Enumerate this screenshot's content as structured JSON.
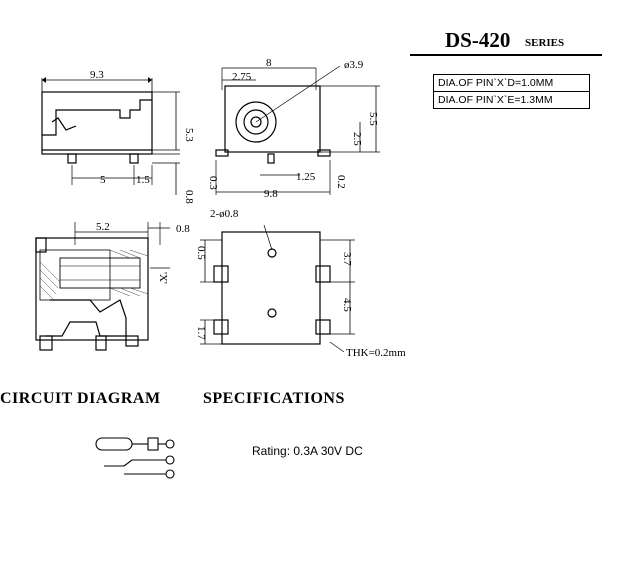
{
  "title": {
    "part": "DS-420",
    "series": "SERIES"
  },
  "pin_table": [
    "DIA.OF PINˋXˋD=1.0MM",
    "DIA.OF PINˋXˋE=1.3MM"
  ],
  "dims": {
    "side_width": "9.3",
    "side_height": "5.3",
    "side_5": "5",
    "side_15": "1.5",
    "side_08": "0.8",
    "front_width": "8",
    "front_275": "2.75",
    "front_dia": "ø3.9",
    "front_55": "5.5",
    "front_25": "2.5",
    "front_03": "0.3",
    "front_125": "1.25",
    "front_02": "0.2",
    "front_98": "9.8",
    "sec_52": "5.2",
    "sec_08": "0.8",
    "sec_x": "'X'",
    "top_hole": "2-ø0.8",
    "top_05": "0.5",
    "top_37": "3.7",
    "top_45": "4.5",
    "top_17": "1.7",
    "thk": "THK=0.2mm"
  },
  "circuit_header": "CIRCUIT  DIAGRAM",
  "spec_header": "SPECIFICATIONS",
  "rating": "Rating: 0.3A 30V DC"
}
